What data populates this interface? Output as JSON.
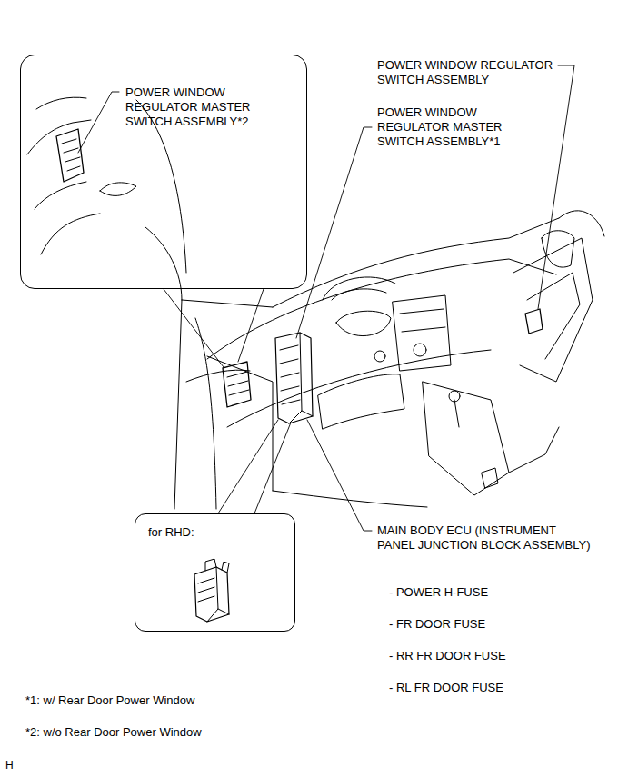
{
  "diagram": {
    "nodes": [
      {
        "text": [
          "POWER WINDOW REGULATOR MASTER SWITCH ASSEMBLY*2"
        ]
      },
      {
        "text": [
          "for RHD:"
        ]
      }
    ],
    "labels": [
      "POWER WINDOW REGULATOR SWITCH ASSEMBLY",
      "POWER WINDOW REGULATOR MASTER SWITCH ASSEMBLY*1",
      "MAIN BODY ECU (INSTRUMENT PANEL JUNCTION BLOCK ASSEMBLY)",
      "- POWER H-FUSE",
      "- FR DOOR FUSE",
      "- RR FR DOOR FUSE",
      "- RL FR DOOR FUSE",
      "*1: w/ Rear Door Power Window",
      "*2: w/o Rear Door Power Window",
      "H"
    ]
  }
}
